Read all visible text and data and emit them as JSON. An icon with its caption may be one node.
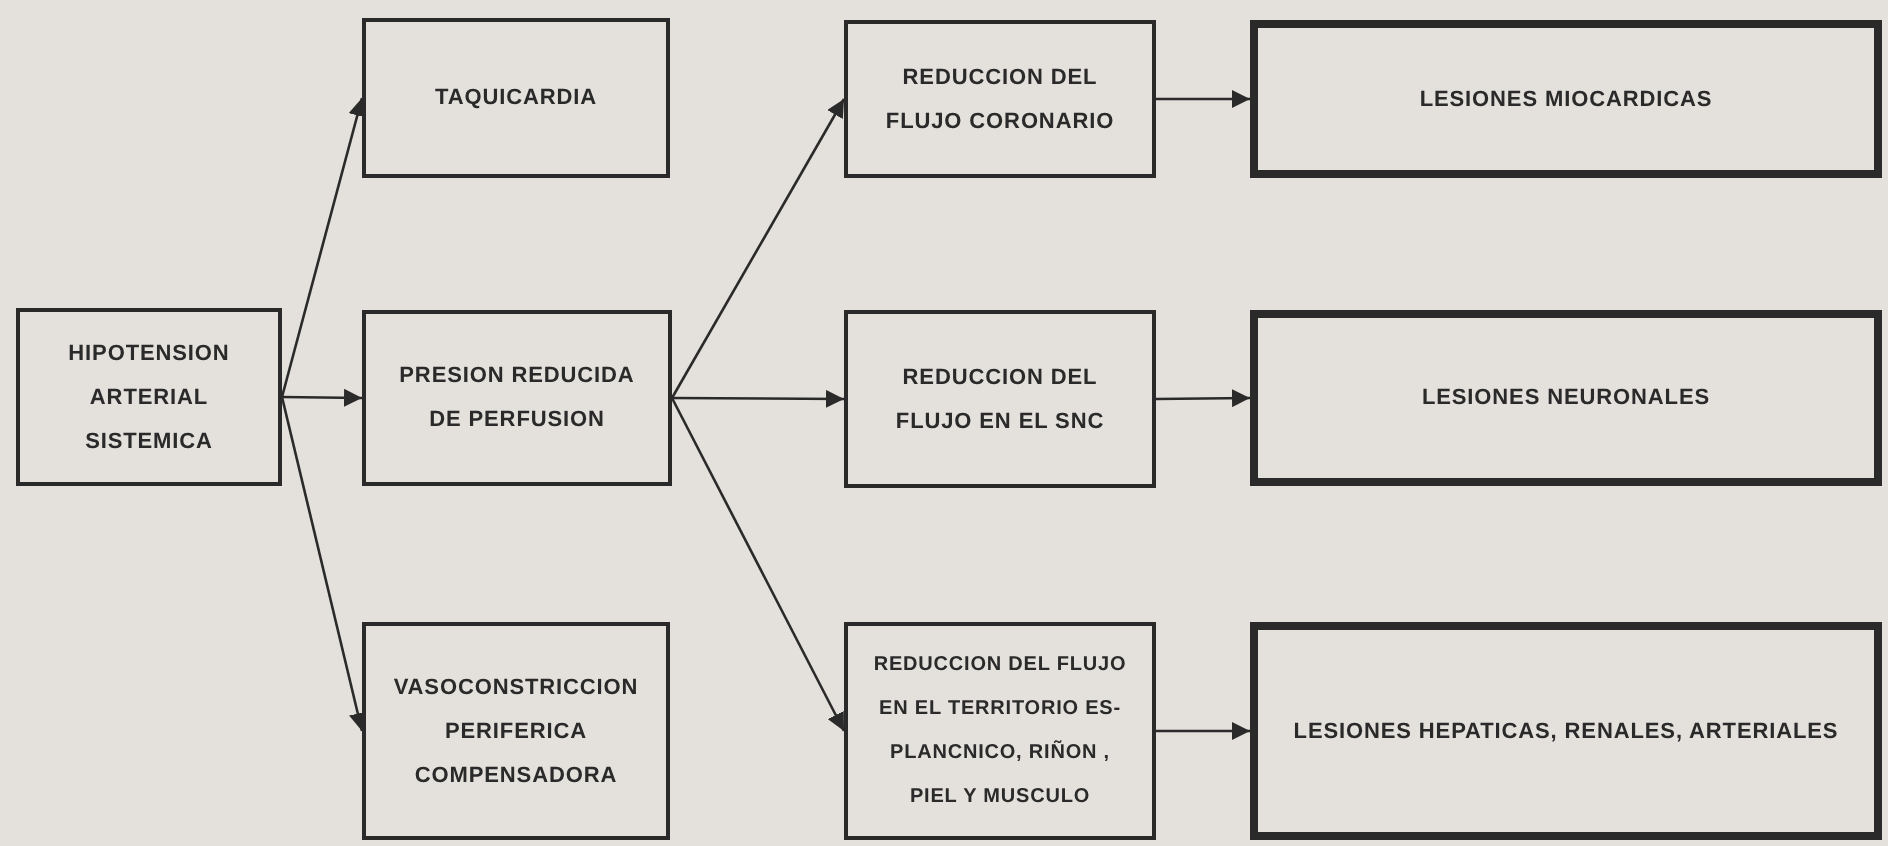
{
  "diagram": {
    "nodes": [
      {
        "text": [
          "HIPOTENSION ARTERIAL SISTEMICA"
        ]
      },
      {
        "text": [
          "TAQUICARDIA"
        ]
      },
      {
        "text": [
          "PRESION REDUCIDA DE PERFUSION"
        ]
      },
      {
        "text": [
          "VASOCONSTRICCION PERIFERICA COMPENSADORA"
        ]
      },
      {
        "text": [
          "REDUCCION DEL FLUJO CORONARIO"
        ]
      },
      {
        "text": [
          "REDUCCION DEL FLUJO EN EL SNC"
        ]
      },
      {
        "text": [
          "REDUCCION DEL FLUJO EN EL TERRITORIO ES- PLANCNICO, RIÑON , PIEL Y MUSCULO"
        ]
      },
      {
        "text": [
          "LESIONES MIOCARDICAS"
        ]
      },
      {
        "text": [
          "LESIONES NEURONALES"
        ]
      },
      {
        "text": [
          "LESIONES HEPATICAS, RENALES, ARTERIALES"
        ]
      }
    ],
    "edges": [
      {
        "from": 0,
        "to": 1,
        "arrow": "to"
      },
      {
        "from": 0,
        "to": 2,
        "arrow": "to"
      },
      {
        "from": 0,
        "to": 3,
        "arrow": "to"
      },
      {
        "from": 2,
        "to": 4,
        "arrow": "to"
      },
      {
        "from": 2,
        "to": 5,
        "arrow": "to"
      },
      {
        "from": 2,
        "to": 6,
        "arrow": "to"
      },
      {
        "from": 4,
        "to": 7,
        "arrow": "to"
      },
      {
        "from": 5,
        "to": 8,
        "arrow": "to"
      },
      {
        "from": 6,
        "to": 9,
        "arrow": "to"
      }
    ]
  }
}
